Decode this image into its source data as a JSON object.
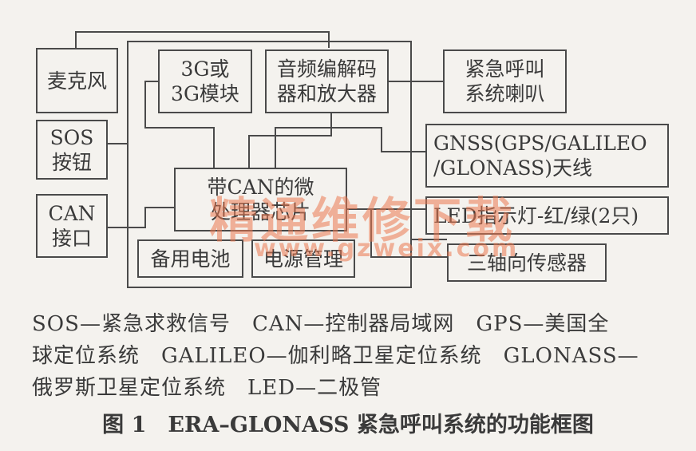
{
  "blocks": {
    "microphone": "麦克风",
    "sos_button": "SOS\n按钮",
    "can_interface": "CAN\n接口",
    "module_3g": "3G或\n3G模块",
    "audio_codec": "音频编解码\n器和放大器",
    "mcu": "带CAN的微\n处理器芯片",
    "backup_battery": "备用电池",
    "power_management": "电源管理",
    "emergency_speaker": "紧急呼叫\n系统喇叭",
    "gnss_antenna": "GNSS(GPS/GALILEO\n/GLONASS)天线",
    "led_indicator": "LED指示灯-红/绿(2只)",
    "three_axis_sensor": "三轴向传感器"
  },
  "watermark": {
    "text": "精通维修下载",
    "url": "www.gzweix.com"
  },
  "legend": {
    "line1": "SOS—紧急求救信号　CAN—控制器局域网　GPS—美国全",
    "line2": "球定位系统　GALILEO—伽利略卫星定位系统　GLONASS—",
    "line3": "俄罗斯卫星定位系统　LED—二极管"
  },
  "caption": "图 1　ERA–GLONASS 紧急呼叫系统的功能框图"
}
